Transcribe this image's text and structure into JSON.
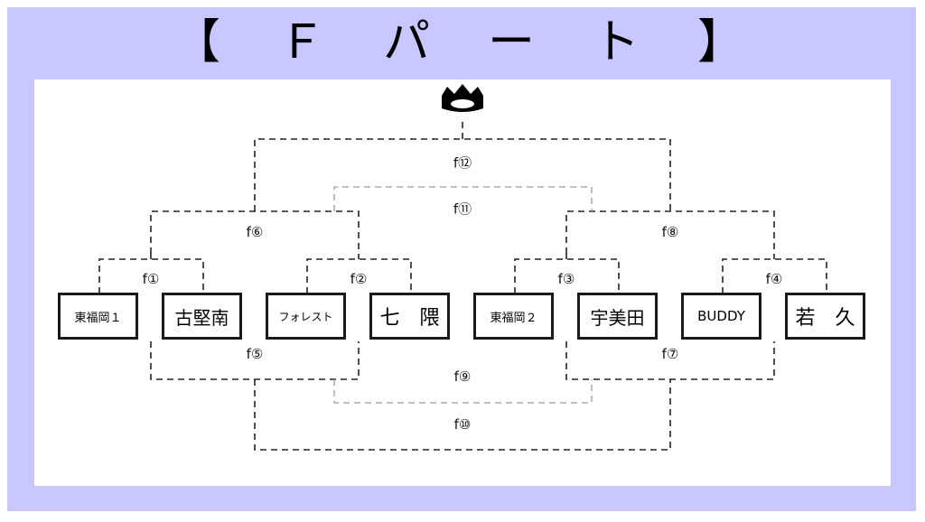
{
  "title": "【　Ｆ　パ　ー　ト　】",
  "crown_icon": "crown-icon",
  "colors": {
    "frame": "#c8c7ff",
    "board": "#ffffff",
    "box_border": "#1a1a1a",
    "line": "#222222",
    "line_light": "#9a9a9a"
  },
  "teams": [
    "東福岡１",
    "古堅南",
    "フォレスト",
    "七　隈",
    "東福岡２",
    "宇美田",
    "BUDDY",
    "若　久"
  ],
  "matches": {
    "f1": "f①",
    "f2": "f②",
    "f3": "f③",
    "f4": "f④",
    "f5": "f⑤",
    "f6": "f⑥",
    "f7": "f⑦",
    "f8": "f⑧",
    "f9": "f⑨",
    "f10": "f⑩",
    "f11": "f⑪",
    "f12": "f⑫"
  }
}
